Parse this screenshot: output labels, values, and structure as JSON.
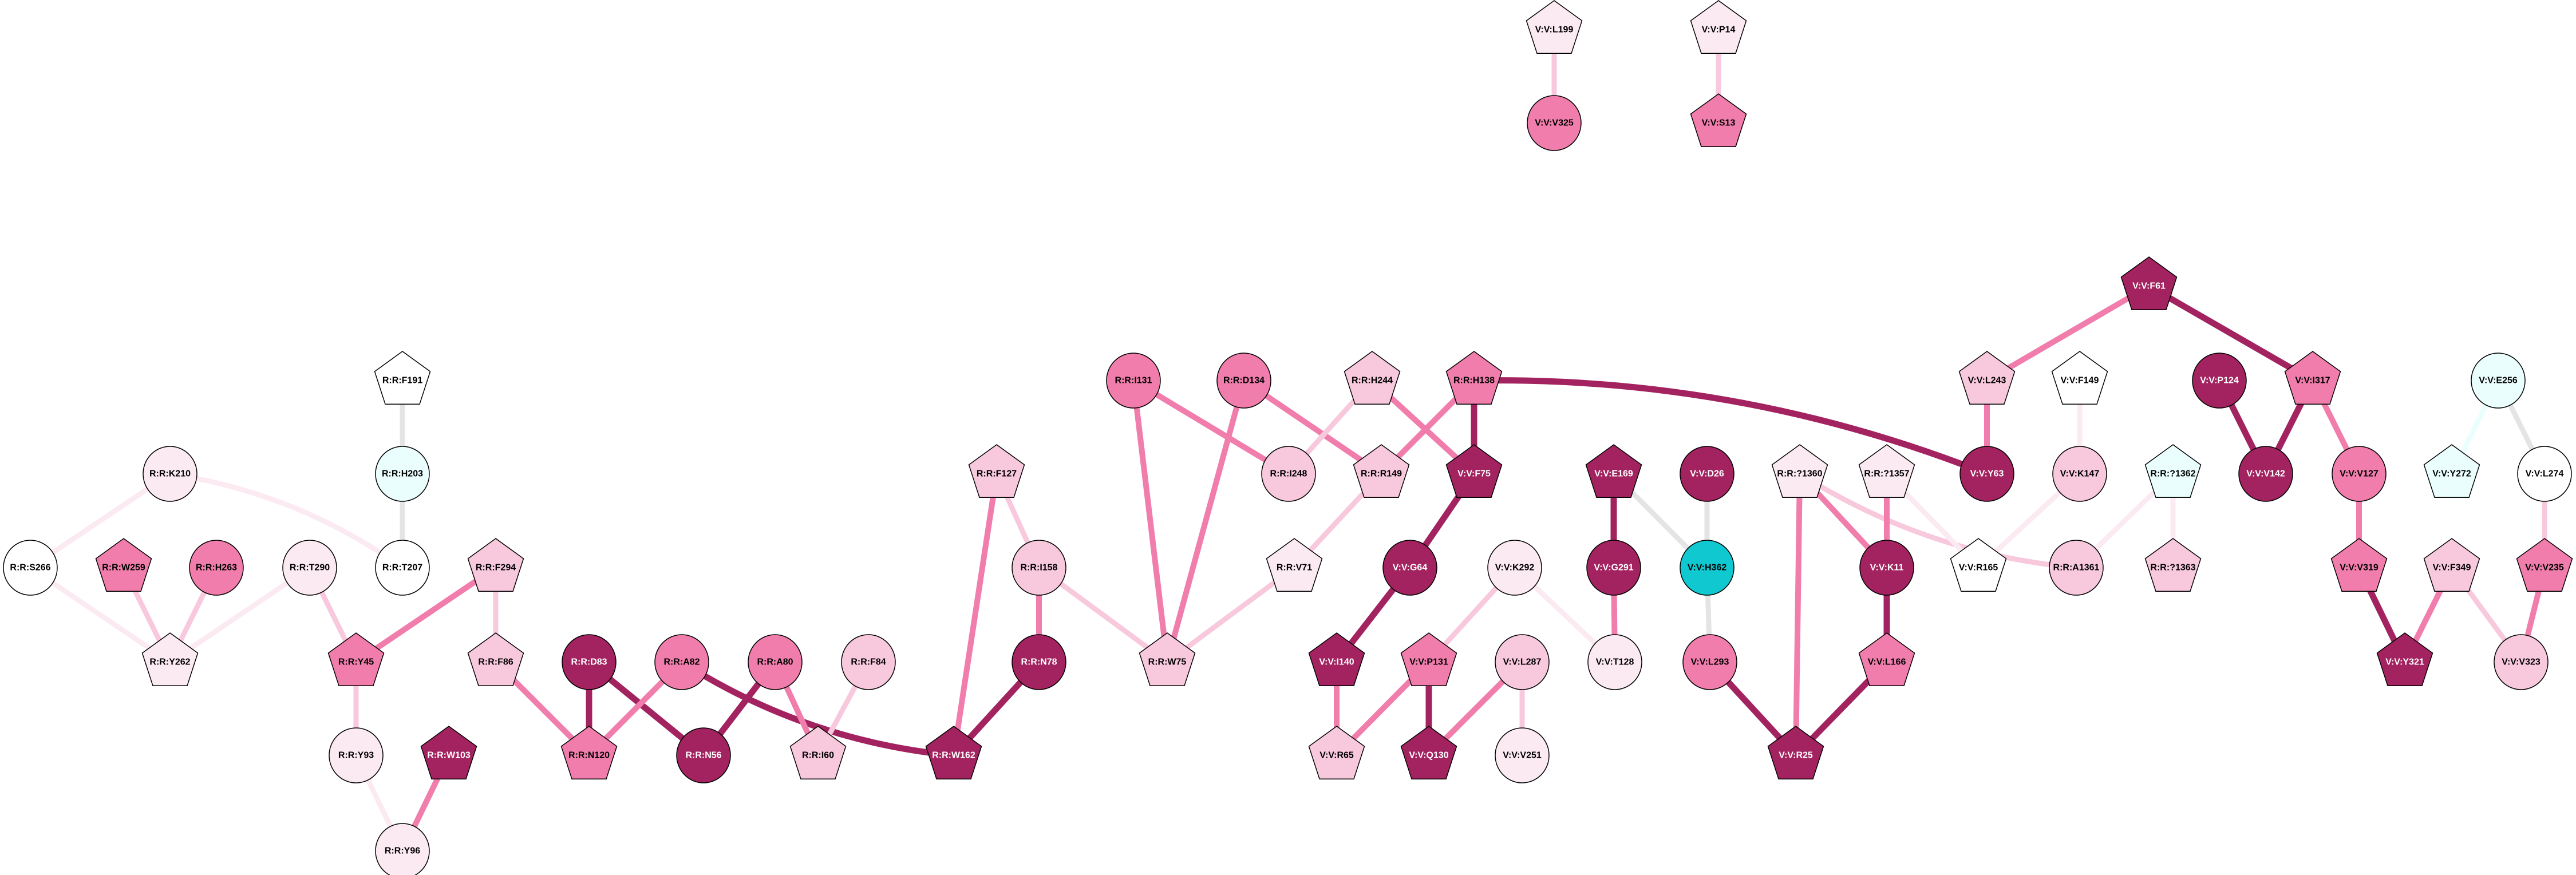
{
  "diagram": {
    "type": "residue-interaction-network",
    "palette": {
      "dark": "#A2235F",
      "medium": "#F07DAB",
      "light": "#F8C8DC",
      "vlight": "#FCEAF2",
      "white": "#FFFFFF",
      "cyanlight": "#EAFEFE",
      "cyan": "#10C8D0",
      "gray": "#E4E4E4"
    },
    "nodes": [
      {
        "id": "V:V:L199",
        "shape": "pentagon",
        "fill": "vlight"
      },
      {
        "id": "V:V:P14",
        "shape": "pentagon",
        "fill": "vlight"
      },
      {
        "id": "V:V:V325",
        "shape": "circle",
        "fill": "medium"
      },
      {
        "id": "V:V:S13",
        "shape": "pentagon",
        "fill": "medium"
      },
      {
        "id": "V:V:F61",
        "shape": "pentagon",
        "fill": "dark"
      },
      {
        "id": "R:R:F191",
        "shape": "pentagon",
        "fill": "white"
      },
      {
        "id": "R:R:H203",
        "shape": "circle",
        "fill": "cyanlight"
      },
      {
        "id": "R:R:K210",
        "shape": "circle",
        "fill": "vlight"
      },
      {
        "id": "R:R:S266",
        "shape": "circle",
        "fill": "white"
      },
      {
        "id": "R:R:W259",
        "shape": "pentagon",
        "fill": "medium"
      },
      {
        "id": "R:R:H263",
        "shape": "circle",
        "fill": "medium"
      },
      {
        "id": "R:R:T290",
        "shape": "circle",
        "fill": "vlight"
      },
      {
        "id": "R:R:T207",
        "shape": "circle",
        "fill": "white"
      },
      {
        "id": "R:R:F294",
        "shape": "pentagon",
        "fill": "light"
      },
      {
        "id": "R:R:Y262",
        "shape": "pentagon",
        "fill": "vlight"
      },
      {
        "id": "R:R:Y45",
        "shape": "pentagon",
        "fill": "medium"
      },
      {
        "id": "R:R:F86",
        "shape": "pentagon",
        "fill": "light"
      },
      {
        "id": "R:R:Y93",
        "shape": "circle",
        "fill": "vlight"
      },
      {
        "id": "R:R:W103",
        "shape": "pentagon",
        "fill": "dark"
      },
      {
        "id": "R:R:Y96",
        "shape": "circle",
        "fill": "vlight"
      },
      {
        "id": "R:R:D83",
        "shape": "circle",
        "fill": "dark"
      },
      {
        "id": "R:R:A82",
        "shape": "circle",
        "fill": "medium"
      },
      {
        "id": "R:R:A80",
        "shape": "circle",
        "fill": "medium"
      },
      {
        "id": "R:R:F84",
        "shape": "circle",
        "fill": "light"
      },
      {
        "id": "R:R:N120",
        "shape": "pentagon",
        "fill": "medium"
      },
      {
        "id": "R:R:N56",
        "shape": "circle",
        "fill": "dark"
      },
      {
        "id": "R:R:I60",
        "shape": "pentagon",
        "fill": "light"
      },
      {
        "id": "R:R:W162",
        "shape": "pentagon",
        "fill": "dark"
      },
      {
        "id": "R:R:F127",
        "shape": "pentagon",
        "fill": "light"
      },
      {
        "id": "R:R:I158",
        "shape": "circle",
        "fill": "light"
      },
      {
        "id": "R:R:N78",
        "shape": "circle",
        "fill": "dark"
      },
      {
        "id": "R:R:W75",
        "shape": "pentagon",
        "fill": "light"
      },
      {
        "id": "R:R:I131",
        "shape": "circle",
        "fill": "medium"
      },
      {
        "id": "R:R:D134",
        "shape": "circle",
        "fill": "medium"
      },
      {
        "id": "R:R:H244",
        "shape": "pentagon",
        "fill": "light"
      },
      {
        "id": "R:R:H138",
        "shape": "pentagon",
        "fill": "medium"
      },
      {
        "id": "R:R:I248",
        "shape": "circle",
        "fill": "light"
      },
      {
        "id": "R:R:R149",
        "shape": "pentagon",
        "fill": "light"
      },
      {
        "id": "V:V:F75",
        "shape": "pentagon",
        "fill": "dark"
      },
      {
        "id": "R:R:V71",
        "shape": "pentagon",
        "fill": "vlight"
      },
      {
        "id": "V:V:G64",
        "shape": "circle",
        "fill": "dark"
      },
      {
        "id": "V:V:K292",
        "shape": "circle",
        "fill": "vlight"
      },
      {
        "id": "V:V:E169",
        "shape": "pentagon",
        "fill": "dark"
      },
      {
        "id": "V:V:D26",
        "shape": "circle",
        "fill": "dark"
      },
      {
        "id": "V:V:G291",
        "shape": "circle",
        "fill": "dark"
      },
      {
        "id": "V:V:H362",
        "shape": "circle",
        "fill": "cyan"
      },
      {
        "id": "V:V:I140",
        "shape": "pentagon",
        "fill": "dark"
      },
      {
        "id": "V:V:P131",
        "shape": "pentagon",
        "fill": "medium"
      },
      {
        "id": "V:V:L287",
        "shape": "circle",
        "fill": "light"
      },
      {
        "id": "V:V:T128",
        "shape": "circle",
        "fill": "vlight"
      },
      {
        "id": "V:V:L293",
        "shape": "circle",
        "fill": "medium"
      },
      {
        "id": "V:V:R65",
        "shape": "pentagon",
        "fill": "light"
      },
      {
        "id": "V:V:Q130",
        "shape": "pentagon",
        "fill": "dark"
      },
      {
        "id": "V:V:V251",
        "shape": "circle",
        "fill": "vlight"
      },
      {
        "id": "V:V:R25",
        "shape": "pentagon",
        "fill": "dark"
      },
      {
        "id": "R:R:?1360",
        "shape": "pentagon",
        "fill": "vlight"
      },
      {
        "id": "R:R:?1357",
        "shape": "pentagon",
        "fill": "vlight"
      },
      {
        "id": "V:V:K11",
        "shape": "circle",
        "fill": "dark"
      },
      {
        "id": "V:V:L166",
        "shape": "pentagon",
        "fill": "medium"
      },
      {
        "id": "V:V:L243",
        "shape": "pentagon",
        "fill": "light"
      },
      {
        "id": "V:V:F149",
        "shape": "pentagon",
        "fill": "white"
      },
      {
        "id": "V:V:P124",
        "shape": "circle",
        "fill": "dark"
      },
      {
        "id": "V:V:I317",
        "shape": "pentagon",
        "fill": "medium"
      },
      {
        "id": "V:V:E256",
        "shape": "circle",
        "fill": "cyanlight"
      },
      {
        "id": "V:V:Y63",
        "shape": "circle",
        "fill": "dark"
      },
      {
        "id": "V:V:K147",
        "shape": "circle",
        "fill": "light"
      },
      {
        "id": "R:R:?1362",
        "shape": "pentagon",
        "fill": "cyanlight"
      },
      {
        "id": "V:V:V142",
        "shape": "circle",
        "fill": "dark"
      },
      {
        "id": "V:V:V127",
        "shape": "circle",
        "fill": "medium"
      },
      {
        "id": "V:V:Y272",
        "shape": "pentagon",
        "fill": "cyanlight"
      },
      {
        "id": "V:V:L274",
        "shape": "circle",
        "fill": "white"
      },
      {
        "id": "V:V:R165",
        "shape": "pentagon",
        "fill": "white"
      },
      {
        "id": "R:R:A1361",
        "shape": "circle",
        "fill": "light"
      },
      {
        "id": "R:R:?1363",
        "shape": "pentagon",
        "fill": "light"
      },
      {
        "id": "V:V:V319",
        "shape": "pentagon",
        "fill": "medium"
      },
      {
        "id": "V:V:F349",
        "shape": "pentagon",
        "fill": "light"
      },
      {
        "id": "V:V:V235",
        "shape": "pentagon",
        "fill": "medium"
      },
      {
        "id": "V:V:Y321",
        "shape": "pentagon",
        "fill": "dark"
      },
      {
        "id": "V:V:V323",
        "shape": "circle",
        "fill": "light"
      }
    ],
    "edges": [
      [
        "V:V:L199",
        "V:V:V325",
        "light"
      ],
      [
        "V:V:P14",
        "V:V:S13",
        "light"
      ],
      [
        "R:R:K210",
        "R:R:S266",
        "vlight"
      ],
      [
        "R:R:K210",
        "R:R:T207",
        "vlight"
      ],
      [
        "R:R:F191",
        "R:R:H203",
        "gray"
      ],
      [
        "R:R:H203",
        "R:R:T207",
        "gray"
      ],
      [
        "R:R:S266",
        "R:R:Y262",
        "vlight"
      ],
      [
        "R:R:W259",
        "R:R:Y262",
        "light"
      ],
      [
        "R:R:H263",
        "R:R:Y262",
        "light"
      ],
      [
        "R:R:T290",
        "R:R:Y262",
        "vlight"
      ],
      [
        "R:R:T290",
        "R:R:Y45",
        "light"
      ],
      [
        "R:R:F294",
        "R:R:Y45",
        "medium"
      ],
      [
        "R:R:F294",
        "R:R:F86",
        "light"
      ],
      [
        "R:R:Y45",
        "R:R:Y93",
        "light"
      ],
      [
        "R:R:Y93",
        "R:R:Y96",
        "vlight"
      ],
      [
        "R:R:W103",
        "R:R:Y96",
        "medium"
      ],
      [
        "R:R:F86",
        "R:R:N120",
        "medium"
      ],
      [
        "R:R:D83",
        "R:R:N120",
        "dark"
      ],
      [
        "R:R:D83",
        "R:R:N56",
        "dark"
      ],
      [
        "R:R:A82",
        "R:R:N120",
        "medium"
      ],
      [
        "R:R:A82",
        "R:R:W162",
        "dark"
      ],
      [
        "R:R:A80",
        "R:R:N56",
        "dark"
      ],
      [
        "R:R:A80",
        "R:R:I60",
        "medium"
      ],
      [
        "R:R:F84",
        "R:R:I60",
        "light"
      ],
      [
        "R:R:F127",
        "R:R:W162",
        "medium"
      ],
      [
        "R:R:F127",
        "R:R:I158",
        "light"
      ],
      [
        "R:R:I158",
        "R:R:N78",
        "medium"
      ],
      [
        "R:R:I158",
        "R:R:W75",
        "light"
      ],
      [
        "R:R:N78",
        "R:R:W162",
        "dark"
      ],
      [
        "R:R:I131",
        "R:R:W75",
        "medium"
      ],
      [
        "R:R:I131",
        "R:R:I248",
        "medium"
      ],
      [
        "R:R:D134",
        "R:R:W75",
        "medium"
      ],
      [
        "R:R:D134",
        "R:R:R149",
        "medium"
      ],
      [
        "R:R:H244",
        "R:R:I248",
        "light"
      ],
      [
        "R:R:H244",
        "V:V:F75",
        "medium"
      ],
      [
        "R:R:H138",
        "R:R:R149",
        "medium"
      ],
      [
        "R:R:H138",
        "V:V:F75",
        "dark"
      ],
      [
        "R:R:H138",
        "V:V:Y63",
        "dark"
      ],
      [
        "R:R:R149",
        "R:R:V71",
        "light"
      ],
      [
        "R:R:V71",
        "R:R:W75",
        "light"
      ],
      [
        "V:V:F75",
        "V:V:G64",
        "dark"
      ],
      [
        "V:V:G64",
        "V:V:I140",
        "dark"
      ],
      [
        "V:V:K292",
        "V:V:P131",
        "light"
      ],
      [
        "V:V:K292",
        "V:V:T128",
        "vlight"
      ],
      [
        "V:V:E169",
        "V:V:G291",
        "dark"
      ],
      [
        "V:V:E169",
        "V:V:H362",
        "gray"
      ],
      [
        "V:V:D26",
        "V:V:H362",
        "gray"
      ],
      [
        "V:V:G291",
        "V:V:T128",
        "medium"
      ],
      [
        "V:V:H362",
        "V:V:L293",
        "gray"
      ],
      [
        "V:V:I140",
        "V:V:R65",
        "medium"
      ],
      [
        "V:V:P131",
        "V:V:R65",
        "medium"
      ],
      [
        "V:V:P131",
        "V:V:Q130",
        "dark"
      ],
      [
        "V:V:L287",
        "V:V:Q130",
        "medium"
      ],
      [
        "V:V:L287",
        "V:V:V251",
        "light"
      ],
      [
        "V:V:L293",
        "V:V:R25",
        "dark"
      ],
      [
        "R:R:?1360",
        "V:V:R25",
        "medium"
      ],
      [
        "R:R:?1360",
        "V:V:K11",
        "medium"
      ],
      [
        "R:R:?1360",
        "R:R:A1361",
        "light"
      ],
      [
        "R:R:?1357",
        "V:V:K11",
        "medium"
      ],
      [
        "R:R:?1357",
        "V:V:R165",
        "vlight"
      ],
      [
        "V:V:K11",
        "V:V:L166",
        "dark"
      ],
      [
        "V:V:L166",
        "V:V:R25",
        "dark"
      ],
      [
        "V:V:F61",
        "V:V:L243",
        "medium"
      ],
      [
        "V:V:F61",
        "V:V:I317",
        "dark"
      ],
      [
        "V:V:L243",
        "V:V:Y63",
        "medium"
      ],
      [
        "V:V:F149",
        "V:V:K147",
        "vlight"
      ],
      [
        "V:V:K147",
        "V:V:R165",
        "vlight"
      ],
      [
        "R:R:?1362",
        "R:R:A1361",
        "vlight"
      ],
      [
        "R:R:?1362",
        "R:R:?1363",
        "vlight"
      ],
      [
        "V:V:P124",
        "V:V:V142",
        "dark"
      ],
      [
        "V:V:I317",
        "V:V:V142",
        "dark"
      ],
      [
        "V:V:I317",
        "V:V:V127",
        "medium"
      ],
      [
        "V:V:E256",
        "V:V:Y272",
        "cyanlight"
      ],
      [
        "V:V:E256",
        "V:V:L274",
        "gray"
      ],
      [
        "V:V:V127",
        "V:V:V319",
        "medium"
      ],
      [
        "V:V:L274",
        "V:V:V235",
        "light"
      ],
      [
        "V:V:V319",
        "V:V:Y321",
        "dark"
      ],
      [
        "V:V:F349",
        "V:V:Y321",
        "medium"
      ],
      [
        "V:V:F349",
        "V:V:V323",
        "light"
      ],
      [
        "V:V:V235",
        "V:V:V323",
        "medium"
      ]
    ]
  }
}
